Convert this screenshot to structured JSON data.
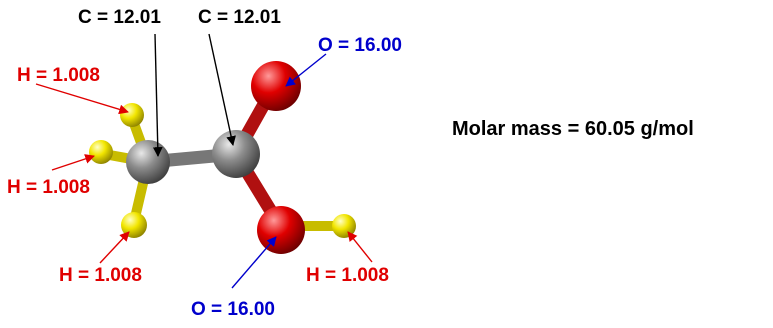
{
  "colors": {
    "carbon": "#8c8c8c",
    "oxygen": "#e00000",
    "hydrogen": "#f2e600",
    "label_carbon": "#000000",
    "label_oxygen": "#0000cc",
    "label_hydrogen": "#e00000"
  },
  "labels": {
    "c_methyl": "C = 12.01",
    "c_carboxyl": "C = 12.01",
    "o_carbonyl": "O = 16.00",
    "o_hydroxyl": "O = 16.00",
    "h_top": "H = 1.008",
    "h_left": "H = 1.008",
    "h_bottom": "H = 1.008",
    "h_hydroxyl": "H = 1.008"
  },
  "molar_mass": "Molar mass = 60.05 g/mol"
}
